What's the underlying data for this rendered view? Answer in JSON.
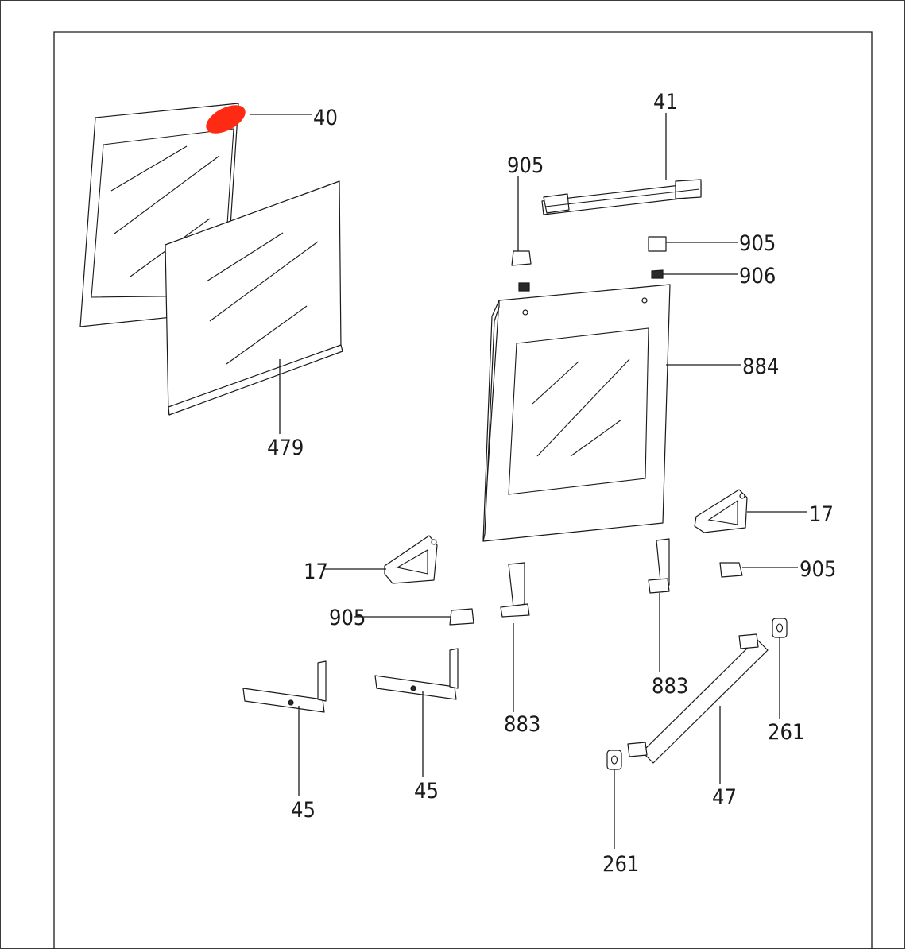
{
  "labels": {
    "p40": "40",
    "p41": "41",
    "p905_top": "905",
    "p905_right": "905",
    "p906": "906",
    "p884": "884",
    "p479": "479",
    "p17_right": "17",
    "p17_left": "17",
    "p905_mid_right": "905",
    "p905_left": "905",
    "p883_mid": "883",
    "p883_right": "883",
    "p45_left": "45",
    "p45_right": "45",
    "p47": "47",
    "p261_right": "261",
    "p261_bottom": "261"
  },
  "highlight": {
    "color": "#ff2a14",
    "part": "40"
  }
}
